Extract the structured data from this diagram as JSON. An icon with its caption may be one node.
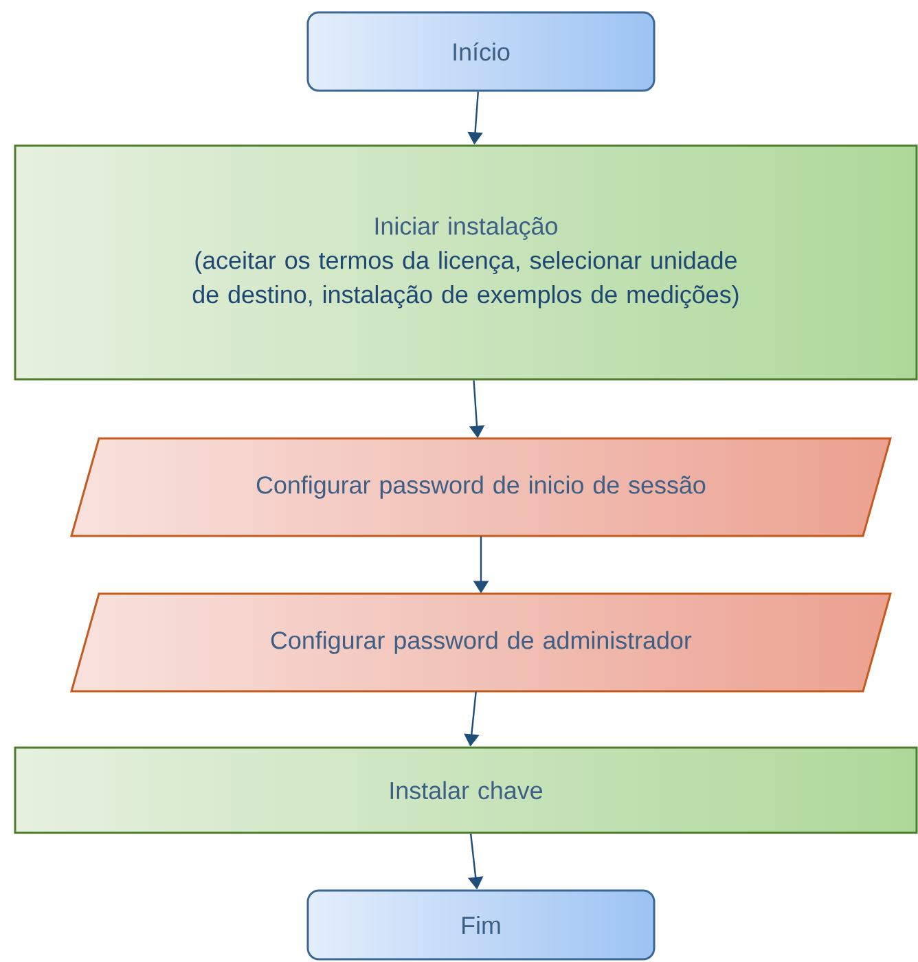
{
  "diagram": {
    "nodes": [
      {
        "text": [
          "Início"
        ]
      },
      {
        "text": [
          "Iniciar instalação",
          "(aceitar os termos da licença, selecionar unidade de destino, instalação de exemplos de medições)"
        ]
      },
      {
        "text": [
          "Configurar password  de inicio de sessão"
        ]
      },
      {
        "text": [
          "Configurar password de administrador"
        ]
      },
      {
        "text": [
          "Instalar chave"
        ]
      },
      {
        "text": [
          "Fim"
        ]
      }
    ],
    "edges": [
      {
        "from": 0,
        "to": 1,
        "arrow": "to"
      },
      {
        "from": 1,
        "to": 2,
        "arrow": "to"
      },
      {
        "from": 2,
        "to": 3,
        "arrow": "to"
      },
      {
        "from": 3,
        "to": 4,
        "arrow": "to"
      },
      {
        "from": 4,
        "to": 5,
        "arrow": "to"
      }
    ]
  }
}
